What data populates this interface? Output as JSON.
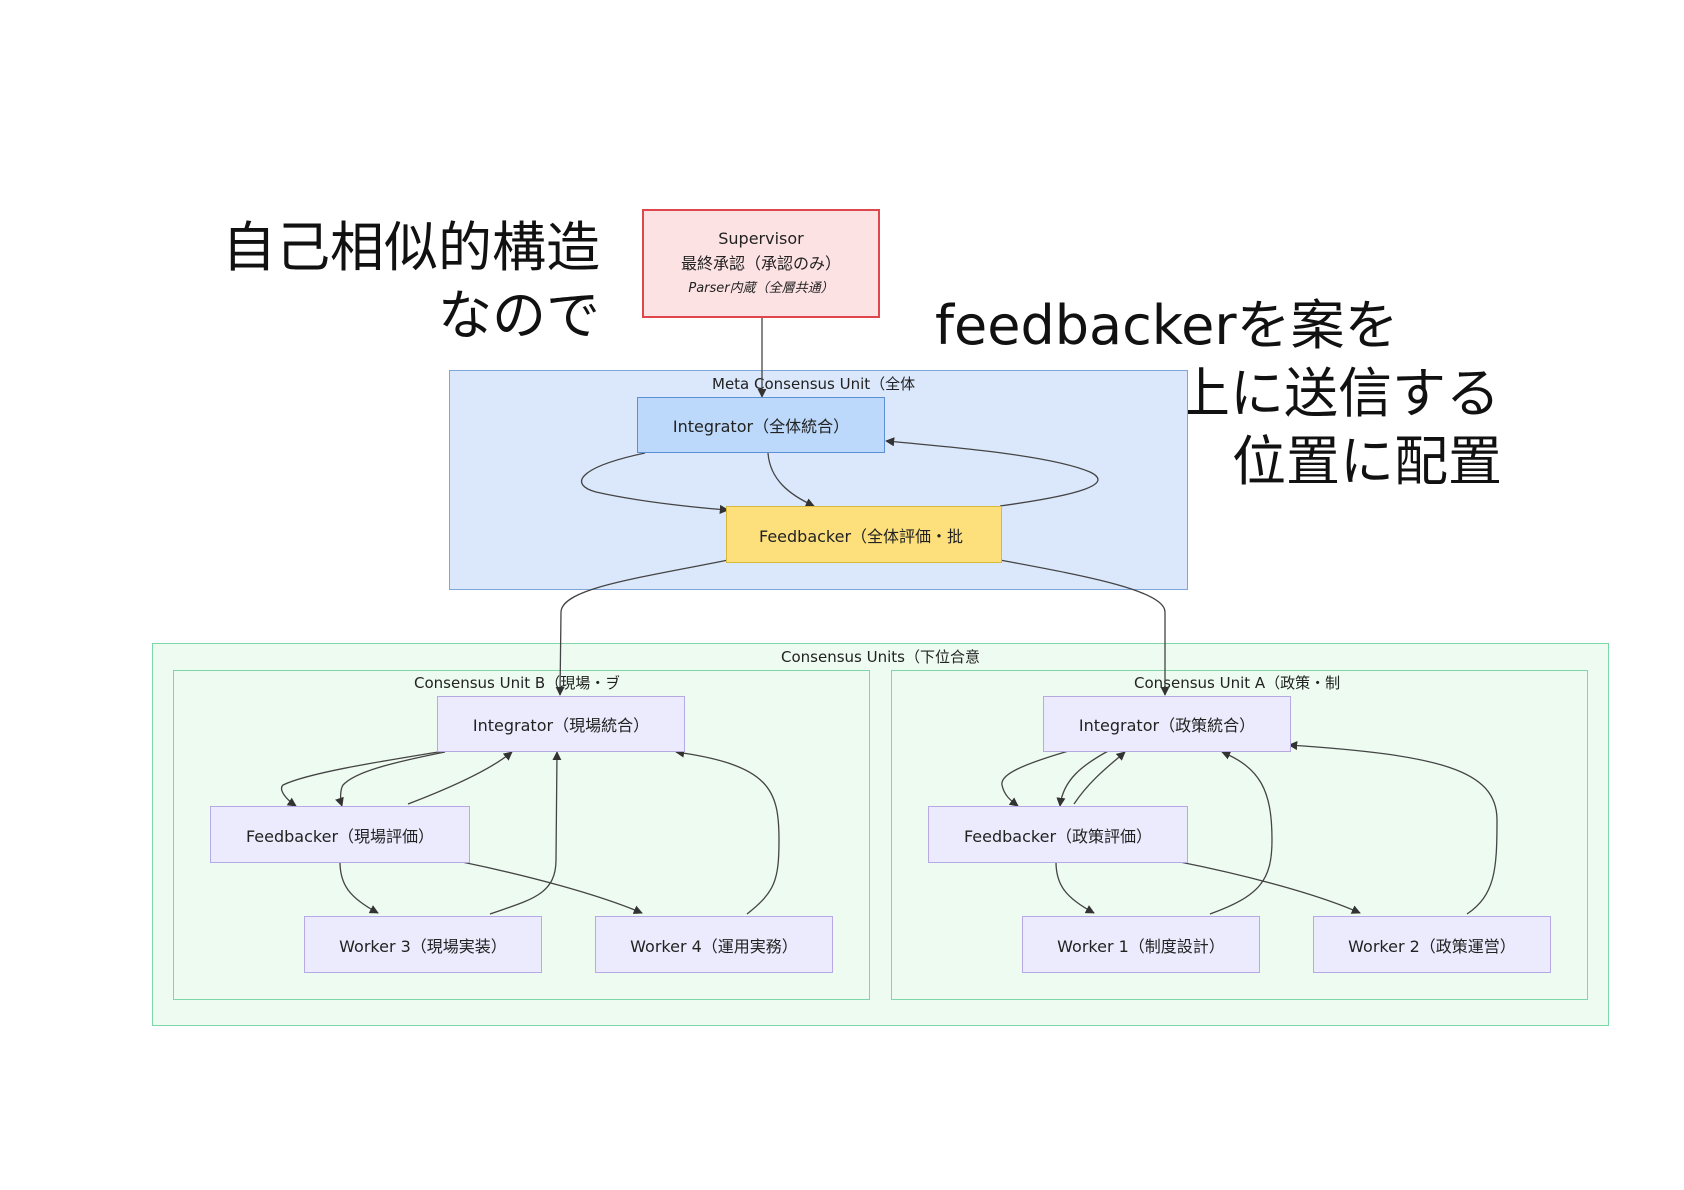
{
  "annotations": {
    "left_line1": "自己相似的構造",
    "left_line2": "なので",
    "right_line1": "feedbackerを案を",
    "right_line2": "上に送信する",
    "right_line3": "位置に配置"
  },
  "supervisor": {
    "title": "Supervisor",
    "role": "最終承認（承認のみ）",
    "note": "Parser内蔵（全層共通）"
  },
  "meta_unit": {
    "title": "Meta Consensus Unit（全体",
    "integrator": "Integrator（全体統合）",
    "feedbacker": "Feedbacker（全体評価・批"
  },
  "consensus_units": {
    "title": "Consensus Units（下位合意",
    "unit_b": {
      "title": "Consensus Unit B（現場・ヺ",
      "integrator": "Integrator（現場統合）",
      "feedbacker": "Feedbacker（現場評価）",
      "worker3": "Worker 3（現場実装）",
      "worker4": "Worker 4（運用実務）"
    },
    "unit_a": {
      "title": "Consensus Unit A（政策・制",
      "integrator": "Integrator（政策統合）",
      "feedbacker": "Feedbacker（政策評価）",
      "worker1": "Worker 1（制度設計）",
      "worker2": "Worker 2（政策運営）"
    }
  },
  "colors": {
    "meta_fill": "#dbe8fb",
    "meta_border": "#7ea6dd",
    "units_fill": "#eefbf1",
    "units_border": "#7fd6a8",
    "supervisor_border": "#e0474d"
  }
}
